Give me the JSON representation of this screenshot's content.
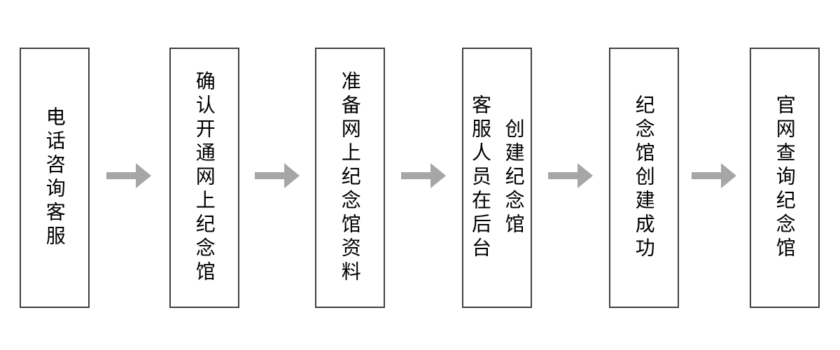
{
  "flowchart": {
    "type": "flow",
    "orientation": "horizontal-left-to-right",
    "text_direction": "vertical",
    "colors": {
      "background": "#ffffff",
      "box_border": "#404040",
      "box_fill": "#ffffff",
      "text": "#000000",
      "arrow": "#a6a6a6"
    },
    "steps": [
      {
        "label": "电话咨询客服"
      },
      {
        "label": "确认开通网上纪念馆"
      },
      {
        "label": "准备网上纪念馆资料"
      },
      {
        "label": "客服人员在后台\n创建纪念馆"
      },
      {
        "label": "纪念馆创建成功"
      },
      {
        "label": "官网查询纪念馆"
      }
    ],
    "connectors": [
      {
        "from": 1,
        "to": 2,
        "icon": "arrow-right-icon"
      },
      {
        "from": 2,
        "to": 3,
        "icon": "arrow-right-icon"
      },
      {
        "from": 3,
        "to": 4,
        "icon": "arrow-right-icon"
      },
      {
        "from": 4,
        "to": 5,
        "icon": "arrow-right-icon"
      },
      {
        "from": 5,
        "to": 6,
        "icon": "arrow-right-icon"
      }
    ]
  }
}
